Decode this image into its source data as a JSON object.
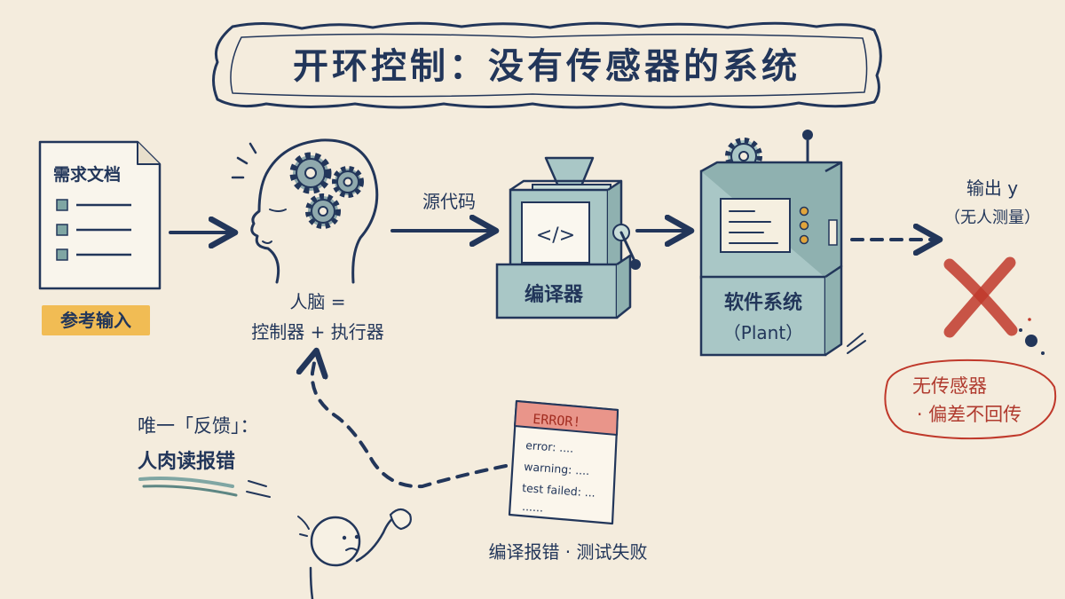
{
  "title": "开环控制：没有传感器的系统",
  "requirements_doc": {
    "title": "需求文档",
    "tag": "参考输入"
  },
  "brain": {
    "label_line1": "人脑 =",
    "label_line2": "控制器 + 执行器"
  },
  "source_code_label": "源代码",
  "compiler": {
    "code_symbol": "</>",
    "label": "编译器"
  },
  "software_system": {
    "label_line1": "软件系统",
    "label_line2": "（Plant）"
  },
  "output": {
    "label_line1": "输出 y",
    "label_line2": "（无人测量）"
  },
  "no_sensor_note": {
    "line1": "无传感器",
    "line2": "· 偏差不回传"
  },
  "feedback_note": {
    "line1": "唯一「反馈」：",
    "line2": "人肉读报错"
  },
  "error_sheet": {
    "header": "ERROR!",
    "lines": [
      "error: ....",
      "warning: ....",
      "test failed: ...",
      "......"
    ]
  },
  "error_caption": "编译报错 · 测试失败",
  "colors": {
    "ink": "#22365a",
    "paper": "#f4ecdd",
    "highlight": "#f0b43c",
    "error_red": "#c0392b",
    "machine_teal": "#a9c7c6"
  }
}
